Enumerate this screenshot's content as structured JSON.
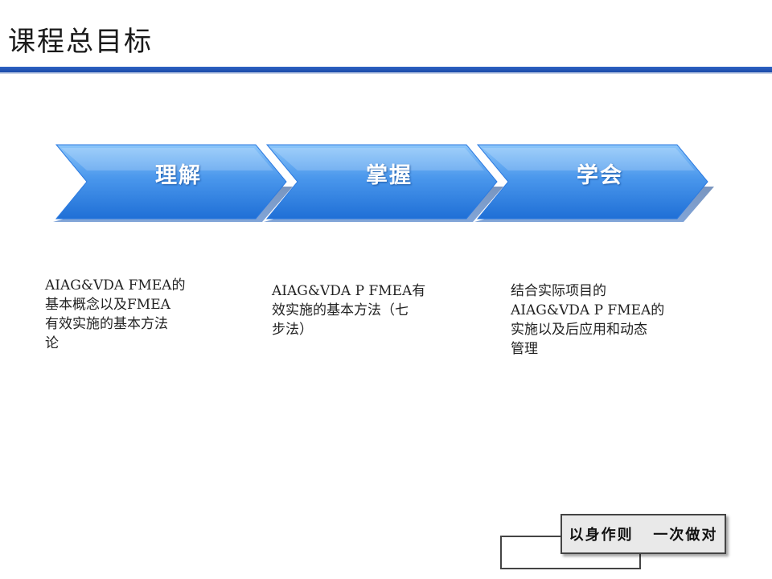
{
  "title": "课程总目标",
  "steps": [
    {
      "label": "理解",
      "description": "AIAG&VDA   FMEA的\n基本概念以及FMEA\n有效实施的基本方法\n论"
    },
    {
      "label": "掌握",
      "description": "AIAG&VDA   P FMEA有\n效实施的基本方法（七\n步法）"
    },
    {
      "label": "学会",
      "description": "结合实际项目的\nAIAG&VDA   P FMEA的\n实施以及后应用和动态\n管理"
    }
  ],
  "motto": "以身作则   一次做对",
  "colors": {
    "accent_bar": "#1f52b3",
    "chevron_top": "#6fb2f4",
    "chevron_bottom": "#1f73d8"
  }
}
